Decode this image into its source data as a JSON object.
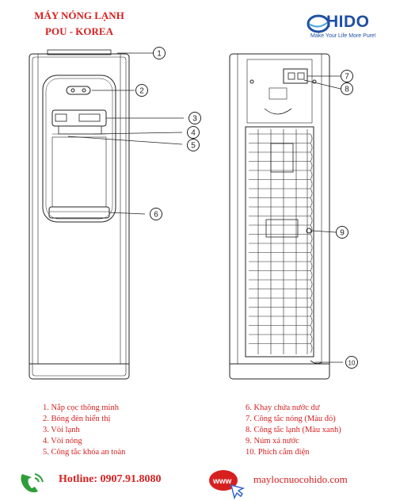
{
  "header": {
    "title_line1": "MÁY NÓNG LẠNH",
    "title_line2": "POU - KOREA"
  },
  "brand": {
    "name": "HIDO",
    "tagline": "Make Your Life More Pure!",
    "color": "#1f4fa3"
  },
  "callouts": [
    "1",
    "2",
    "3",
    "4",
    "5",
    "6",
    "7",
    "8",
    "9",
    "10"
  ],
  "legend_left": [
    "1. Nắp cọc thông minh",
    "2. Bóng đèn hiển thị",
    "3. Vòi lạnh",
    "4. Vòi nóng",
    "5. Công tắc khóa an toàn"
  ],
  "legend_right": [
    "6. Khay chứa nước dư",
    "7. Công tắc nóng (Màu đỏ)",
    "8. Công tắc lạnh (Màu xanh)",
    "9. Núm xả nước",
    "10. Phích cắm điện"
  ],
  "footer": {
    "hotline": "Hotline: 0907.91.8080",
    "website": "maylocnuocohido.com",
    "phone_icon": "phone-icon",
    "web_icon": "www-icon"
  },
  "colors": {
    "accent": "#d62020",
    "line": "#222222"
  }
}
